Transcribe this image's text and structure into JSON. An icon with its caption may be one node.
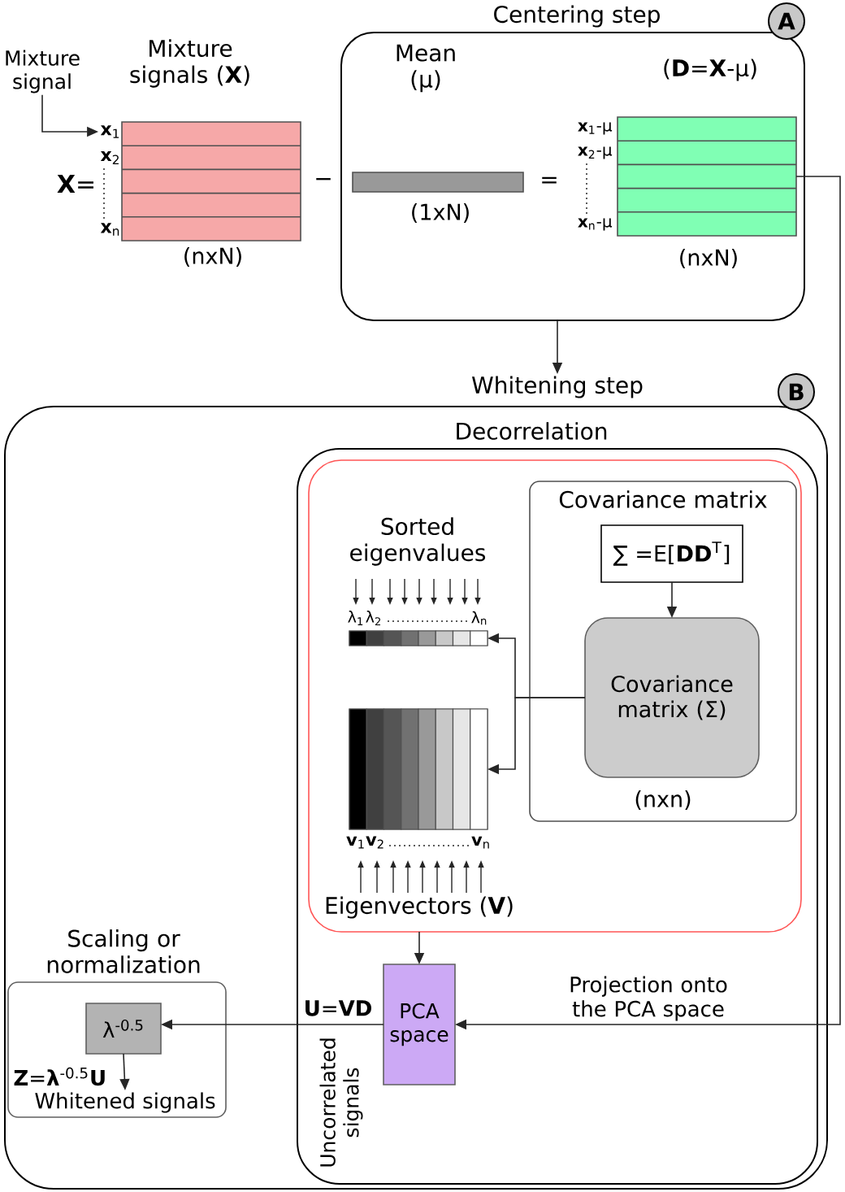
{
  "diagram": {
    "nodes": [
      {
        "text": [
          "Mixture signal"
        ]
      },
      {
        "text": [
          "Mixture signals (**X**)",
          "(nxN)"
        ],
        "beside": [
          "**x**$_{2}$",
          "**x**$_{n}$"
        ]
      },
      {
        "text": [
          "**x**$_{1}$"
        ]
      },
      {
        "text": [
          "Centering step"
        ]
      },
      {
        "text": [
          "A"
        ]
      },
      {
        "text": [
          "Mean (μ)",
          "(1xN)"
        ],
        "in": 3
      },
      {
        "text": [
          "(**D**=**X**-μ)",
          "(nxN)"
        ],
        "beside": [
          "**x**$_{1}$-μ",
          "**x**$_{2}$-μ",
          "**x**$_{n}$-μ"
        ],
        "in": 3
      },
      {
        "text": [
          "Whitening step"
        ]
      },
      {
        "text": [
          "B"
        ]
      },
      {
        "text": [
          "Decorrelation"
        ],
        "in": 7
      },
      {
        "text": [],
        "shape": "box",
        "in": 9
      },
      {
        "text": [
          "Sorted eigenvalues"
        ],
        "beside": [
          "λ$_{1}$",
          "λ$_{2}$",
          "λ$_{n}$"
        ],
        "in": 10
      },
      {
        "text": [
          "Covariance matrix",
          "(nxn)"
        ],
        "in": 10
      },
      {
        "text": [
          "∑ =E[**DD**$^{T}$]"
        ],
        "in": 12
      },
      {
        "text": [
          "Covariance matrix (Σ)"
        ],
        "in": 12
      },
      {
        "text": [
          "Eigenvectors (**V**)"
        ],
        "beside": [
          "**v**$_{1}$",
          "**v**$_{2}$",
          "**v**$_{n}$"
        ],
        "in": 10
      },
      {
        "text": [
          "PCA space"
        ],
        "in": 9
      },
      {
        "text": [
          "Scaling or normalization"
        ],
        "in": 7
      },
      {
        "text": [
          "λ$^{-0.5}$"
        ],
        "in": 17
      },
      {
        "text": [
          "Whitened signals"
        ],
        "in": 17
      }
    ],
    "edges": [
      {
        "from": 0,
        "to": 2,
        "arrow": "to"
      },
      {
        "from": 3,
        "to": 7,
        "arrow": "to"
      },
      {
        "from": 13,
        "to": 14,
        "arrow": "to"
      },
      {
        "from": 14,
        "to": 11,
        "arrow": "to"
      },
      {
        "from": 14,
        "to": 15,
        "arrow": "to"
      },
      {
        "from": 10,
        "to": 16,
        "arrow": "to"
      },
      {
        "from": 6,
        "to": 16,
        "arrow": "to",
        "label": "Projection onto the PCA space"
      },
      {
        "from": 16,
        "to": 18,
        "arrow": "to",
        "label": "**U**=**VD**"
      },
      {
        "from": 18,
        "to": 19,
        "arrow": "to"
      }
    ],
    "labels": [
      "**X**=",
      "−",
      "=",
      "**Z**=**λ**$^{-0.5}$**U**",
      "Uncorrelated signals"
    ]
  }
}
